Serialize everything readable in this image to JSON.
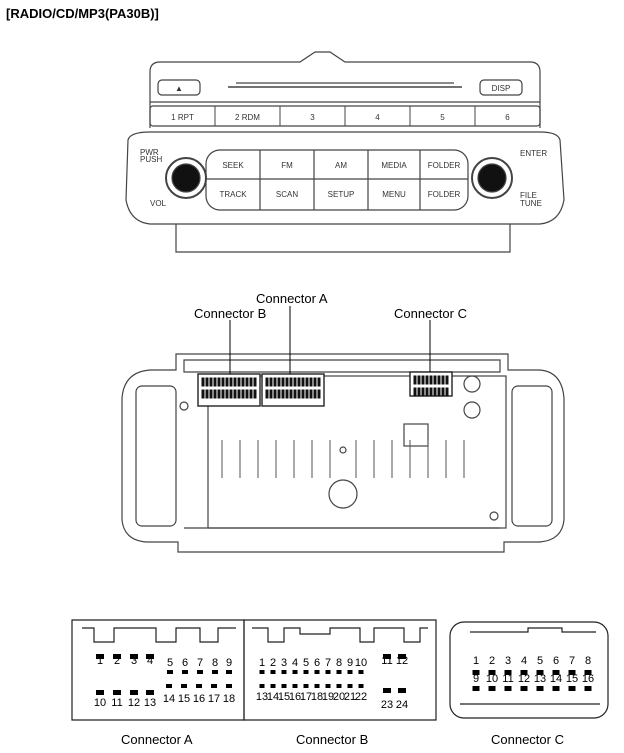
{
  "page": {
    "title": "[RADIO/CD/MP3(PA30B)]"
  },
  "head_unit": {
    "eject_symbol": "▲",
    "disp": "DISP",
    "presets": [
      "1 RPT",
      "2 RDM",
      "3",
      "4",
      "5",
      "6"
    ],
    "pwr": "PWR",
    "push": "PUSH",
    "vol": "VOL",
    "enter": "ENTER",
    "file": "FILE",
    "tune": "TUNE",
    "row1": [
      "SEEK",
      "FM",
      "AM",
      "MEDIA",
      "FOLDER"
    ],
    "row2": [
      "TRACK",
      "SCAN",
      "SETUP",
      "MENU",
      "FOLDER"
    ]
  },
  "rear": {
    "connector_a": "Connector A",
    "connector_b": "Connector B",
    "connector_c": "Connector C"
  },
  "pinouts": {
    "a_label": "Connector A",
    "b_label": "Connector B",
    "c_label": "Connector C",
    "a_top": [
      "1",
      "2",
      "3",
      "4",
      "5",
      "6",
      "7",
      "8",
      "9"
    ],
    "a_bottom": [
      "10",
      "11",
      "12",
      "13",
      "14",
      "15",
      "16",
      "17",
      "18"
    ],
    "b_top": [
      "1",
      "2",
      "3",
      "4",
      "5",
      "6",
      "7",
      "8",
      "9",
      "10",
      "11",
      "12"
    ],
    "b_bottom": [
      "13",
      "14",
      "15",
      "16",
      "17",
      "18",
      "19",
      "20",
      "21",
      "22",
      "23",
      "24"
    ],
    "c_top": [
      "1",
      "2",
      "3",
      "4",
      "5",
      "6",
      "7",
      "8"
    ],
    "c_bottom": [
      "9",
      "10",
      "11",
      "12",
      "13",
      "14",
      "15",
      "16"
    ]
  }
}
